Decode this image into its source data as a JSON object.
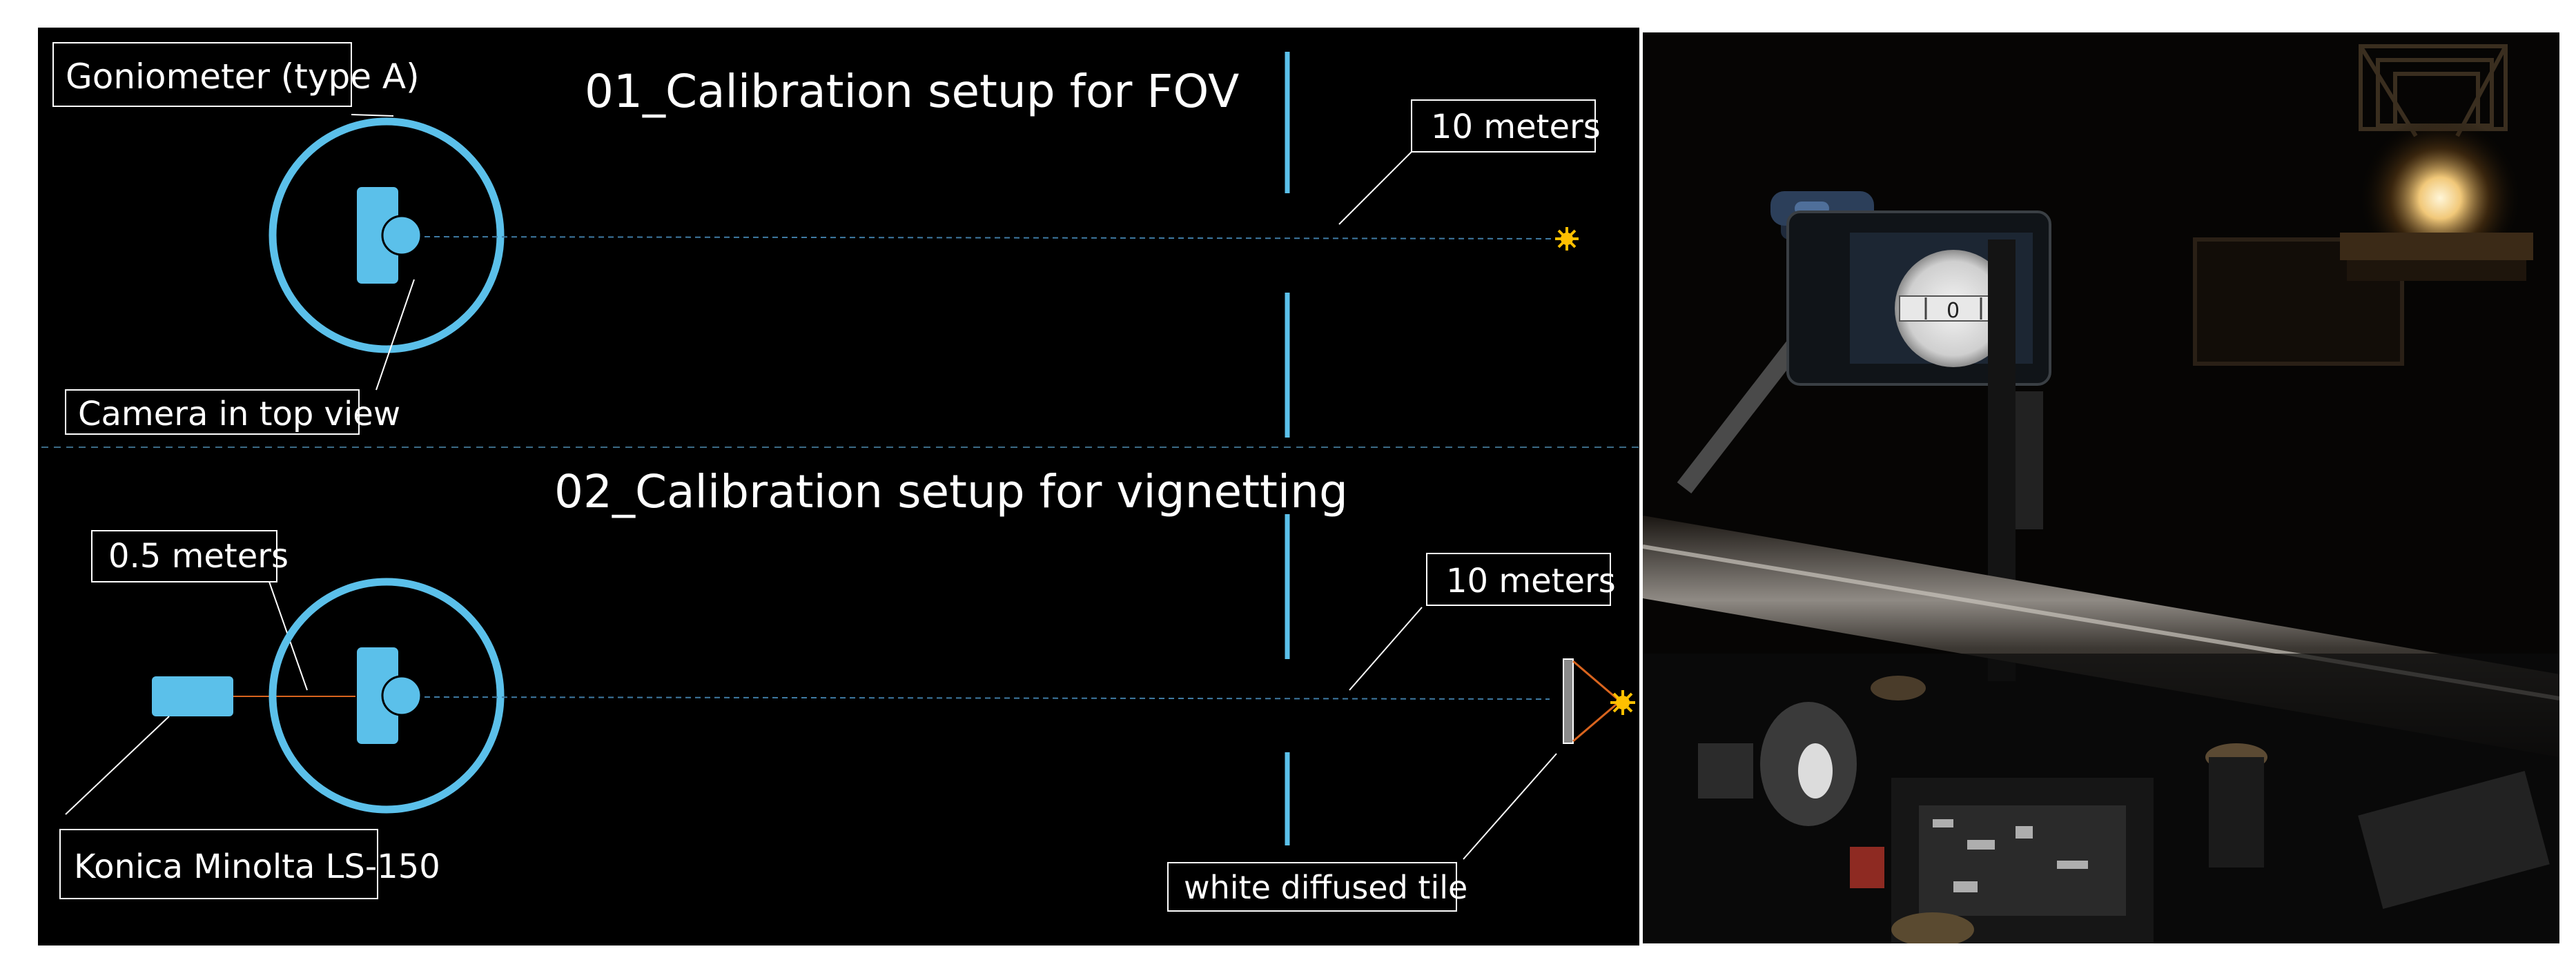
{
  "diagram": {
    "section1": {
      "title": "01_Calibration setup for FOV",
      "goniometer_label": "Goniometer (type A)",
      "camera_label": "Camera in top view",
      "distance_label": "10 meters"
    },
    "section2": {
      "title": "02_Calibration setup for vignetting",
      "short_distance_label": "0.5 meters",
      "meter_label": "Konica Minolta LS-150",
      "distance_label": "10 meters",
      "tile_label": "white diffused tile"
    },
    "colors": {
      "background": "#000000",
      "accent": "#5bc0ea",
      "light_source": "#ffc000",
      "beam_orange": "#d9641e",
      "text": "#ffffff"
    },
    "icons": [
      "goniometer-ring-icon",
      "camera-icon",
      "light-source-icon",
      "luminance-meter-icon",
      "diffuse-tile-icon"
    ]
  },
  "photo": {
    "description_icon": "lab-photo-image",
    "camera_dial_text": "0"
  }
}
